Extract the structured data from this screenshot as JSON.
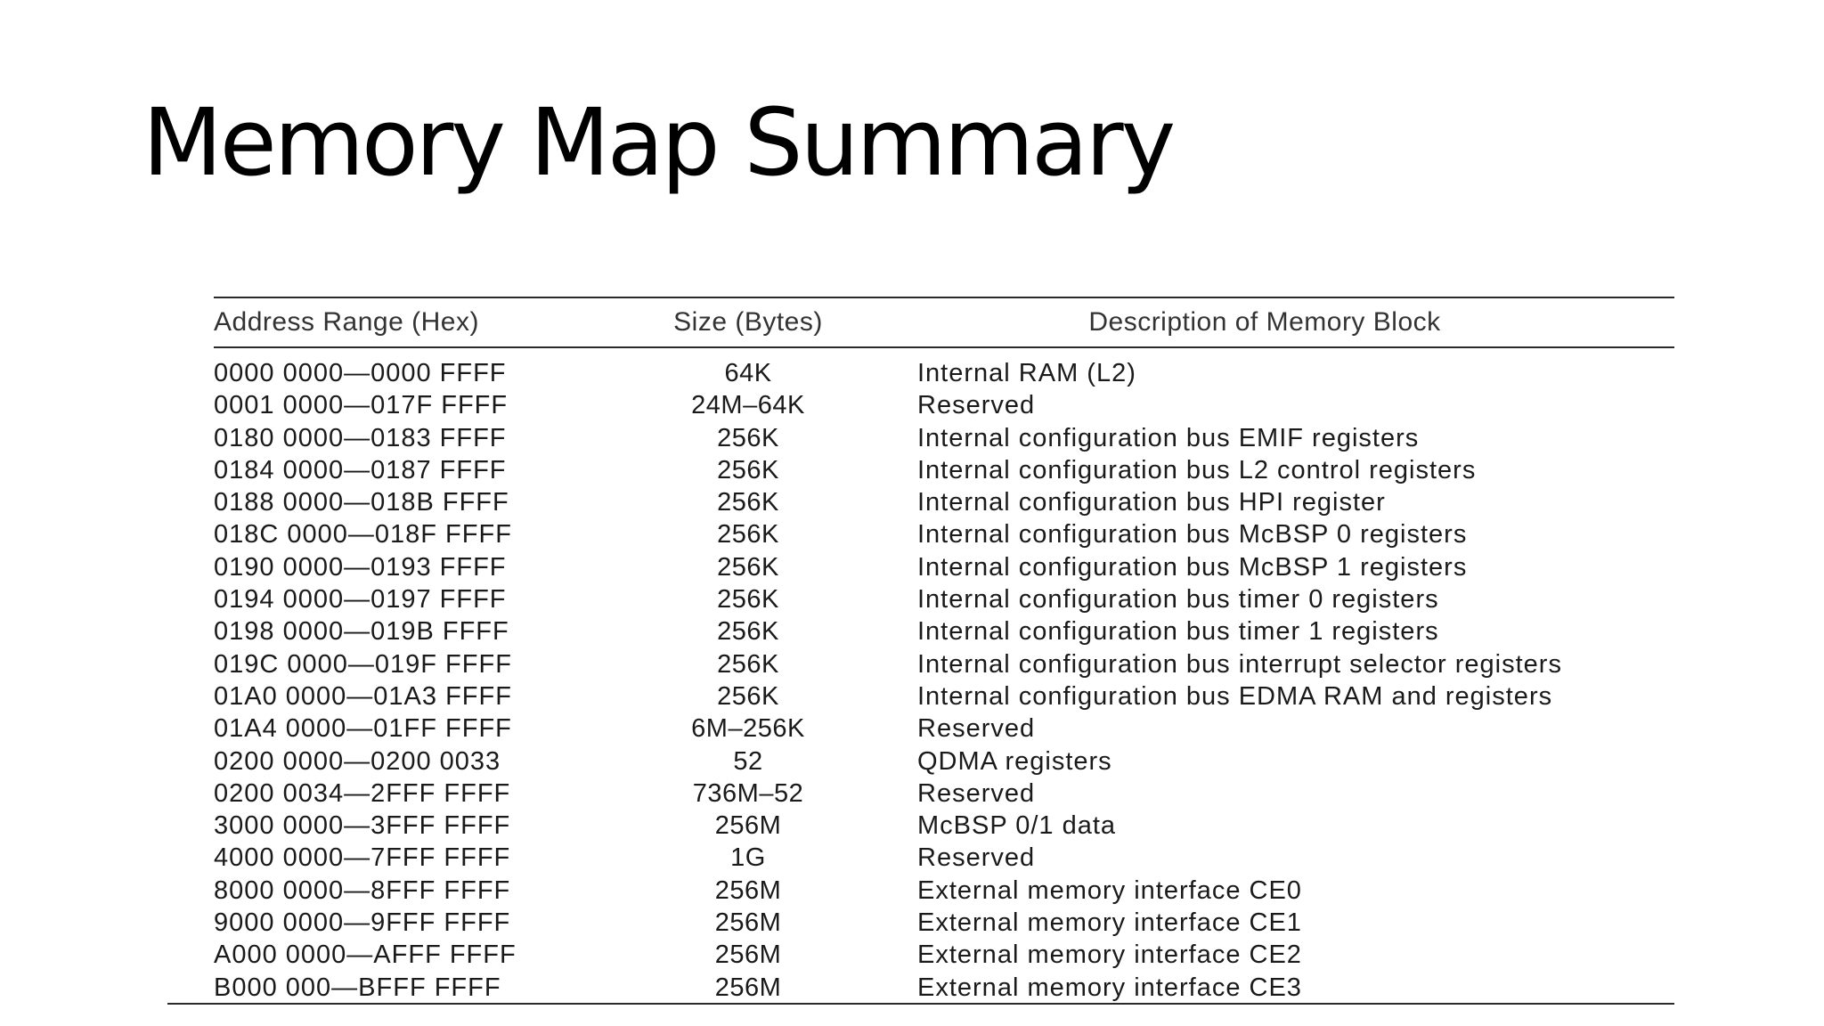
{
  "title": "Memory Map Summary",
  "table": {
    "headers": {
      "address": "Address Range (Hex)",
      "size": "Size (Bytes)",
      "description": "Description of Memory Block"
    },
    "rows": [
      {
        "address": "0000 0000—0000 FFFF",
        "size": "64K",
        "description": "Internal RAM (L2)"
      },
      {
        "address": "0001 0000—017F FFFF",
        "size": "24M–64K",
        "description": "Reserved"
      },
      {
        "address": "0180 0000—0183 FFFF",
        "size": "256K",
        "description": "Internal configuration bus EMIF registers"
      },
      {
        "address": "0184 0000—0187 FFFF",
        "size": "256K",
        "description": "Internal configuration bus L2 control registers"
      },
      {
        "address": "0188 0000—018B FFFF",
        "size": "256K",
        "description": "Internal configuration bus HPI register"
      },
      {
        "address": "018C 0000—018F FFFF",
        "size": "256K",
        "description": "Internal configuration bus McBSP 0 registers"
      },
      {
        "address": "0190 0000—0193 FFFF",
        "size": "256K",
        "description": "Internal configuration bus McBSP 1 registers"
      },
      {
        "address": "0194 0000—0197 FFFF",
        "size": "256K",
        "description": "Internal configuration bus timer 0 registers"
      },
      {
        "address": "0198 0000—019B FFFF",
        "size": "256K",
        "description": "Internal configuration bus timer 1 registers"
      },
      {
        "address": "019C 0000—019F FFFF",
        "size": "256K",
        "description": "Internal configuration bus interrupt selector registers"
      },
      {
        "address": "01A0 0000—01A3 FFFF",
        "size": "256K",
        "description": "Internal configuration bus EDMA RAM and registers"
      },
      {
        "address": "01A4 0000—01FF FFFF",
        "size": "6M–256K",
        "description": "Reserved"
      },
      {
        "address": "0200 0000—0200 0033",
        "size": "52",
        "description": "QDMA registers"
      },
      {
        "address": "0200 0034—2FFF FFFF",
        "size": "736M–52",
        "description": "Reserved"
      },
      {
        "address": "3000 0000—3FFF FFFF",
        "size": "256M",
        "description": "McBSP 0/1 data"
      },
      {
        "address": "4000 0000—7FFF FFFF",
        "size": "1G",
        "description": "Reserved"
      },
      {
        "address": "8000 0000—8FFF FFFF",
        "size": "256M",
        "description": "External memory interface CE0"
      },
      {
        "address": "9000 0000—9FFF FFFF",
        "size": "256M",
        "description": "External memory interface CE1"
      },
      {
        "address": "A000 0000—AFFF FFFF",
        "size": "256M",
        "description": "External memory interface CE2"
      },
      {
        "address": "B000 000—BFFF FFFF",
        "size": "256M",
        "description": "External memory interface CE3"
      }
    ]
  }
}
